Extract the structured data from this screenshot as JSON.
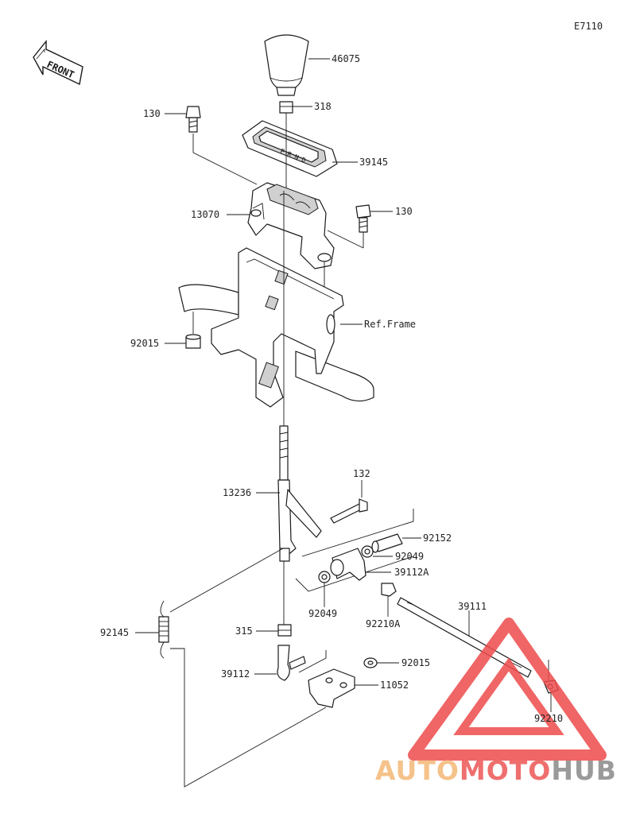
{
  "diagram_code": "E7110",
  "front_label": "FRONT",
  "parts": [
    {
      "id": "46075"
    },
    {
      "id": "318"
    },
    {
      "id": "130"
    },
    {
      "id": "39145"
    },
    {
      "id": "130"
    },
    {
      "id": "13070"
    },
    {
      "id": "Ref.Frame"
    },
    {
      "id": "92015"
    },
    {
      "id": "132"
    },
    {
      "id": "13236"
    },
    {
      "id": "92152"
    },
    {
      "id": "92049"
    },
    {
      "id": "39112A"
    },
    {
      "id": "92049"
    },
    {
      "id": "92210A"
    },
    {
      "id": "39111"
    },
    {
      "id": "92145"
    },
    {
      "id": "315"
    },
    {
      "id": "92015"
    },
    {
      "id": "39112"
    },
    {
      "id": "11052"
    },
    {
      "id": "92210"
    }
  ],
  "watermark": {
    "parts": [
      "AUTO",
      "MOTO",
      "HUB"
    ],
    "colors": {
      "auto": "#f5c28a",
      "moto": "#ef6f6f",
      "hub": "#9a9a9a",
      "logo": "#ee4b4b"
    }
  }
}
